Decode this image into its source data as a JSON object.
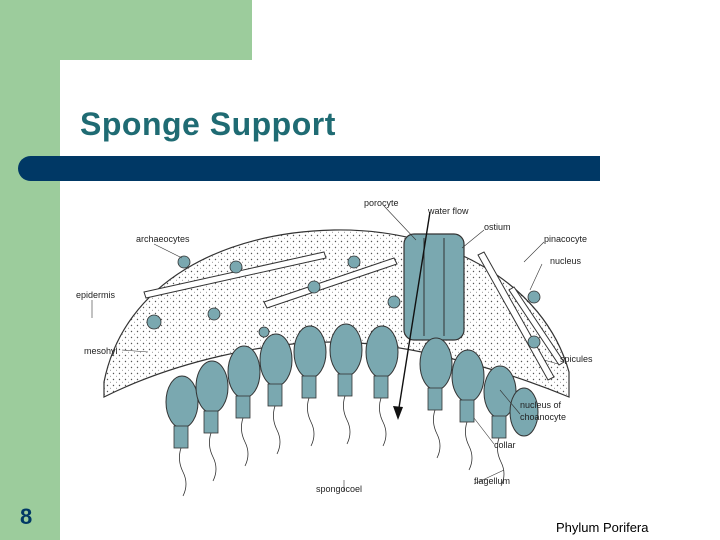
{
  "slide": {
    "title": "Sponge Support",
    "number": "8",
    "footer": "Phylum Porifera"
  },
  "diagram": {
    "labels": {
      "porocyte": "porocyte",
      "water_flow": "water flow",
      "ostium": "ostium",
      "archaeocytes": "archaeocytes",
      "pinacocyte": "pinacocyte",
      "nucleus": "nucleus",
      "epidermis": "epidermis",
      "mesohyl": "mesohyl",
      "spicules": "spicules",
      "nucleus_of": "nucleus of",
      "choanocyte": "choanocyte",
      "collar": "collar",
      "flagellum": "flagellum",
      "spongocoel": "spongocoel"
    }
  },
  "colors": {
    "accent": "#9ccc9c",
    "bar": "#003865",
    "title": "#1f6b73",
    "cell_fill": "#7aa8b0"
  }
}
